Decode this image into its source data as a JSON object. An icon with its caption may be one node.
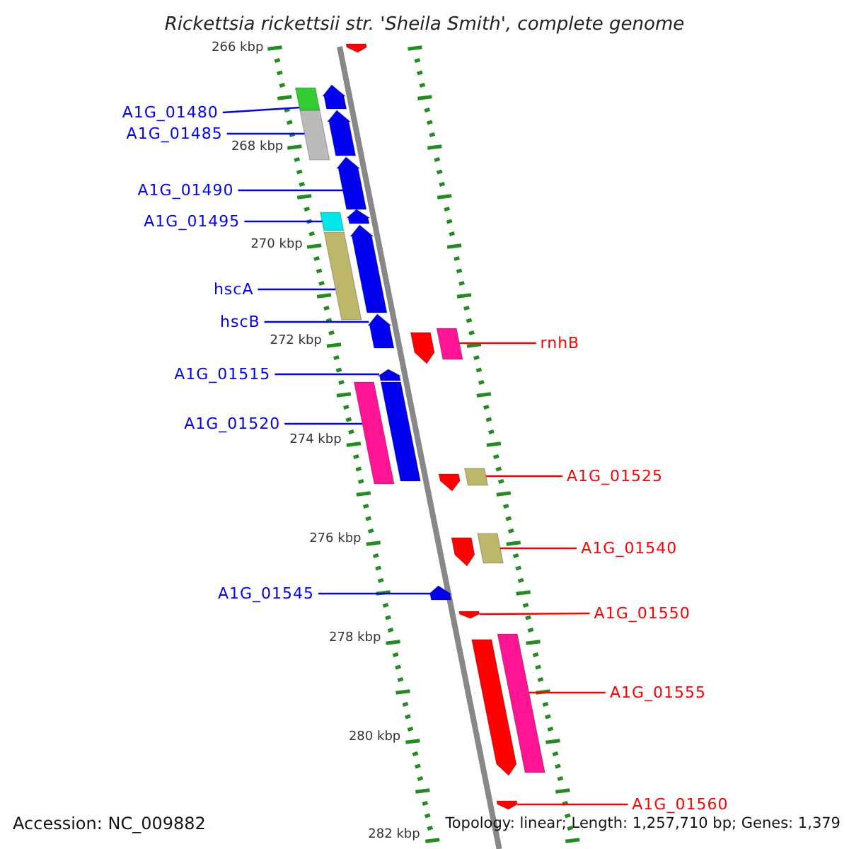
{
  "diagram": {
    "title": "Rickettsia rickettsii str. 'Sheila Smith', complete genome",
    "nodes": [
      {
        "text": [
          "A1G_01480"
        ]
      },
      {
        "text": [
          "A1G_01485"
        ]
      },
      {
        "text": [
          "A1G_01490"
        ]
      },
      {
        "text": [
          "A1G_01495"
        ]
      },
      {
        "text": [
          "hscA"
        ]
      },
      {
        "text": [
          "rnhB"
        ]
      },
      {
        "text": [
          "hscB"
        ]
      },
      {
        "text": [
          "A1G_01515"
        ]
      },
      {
        "text": [
          "A1G_01520"
        ]
      },
      {
        "text": [
          "A1G_01525"
        ]
      },
      {
        "text": [
          "A1G_01540"
        ]
      },
      {
        "text": [
          "A1G_01550"
        ]
      },
      {
        "text": [
          "A1G_01545"
        ]
      },
      {
        "text": [
          "A1G_01555"
        ]
      },
      {
        "text": [
          "A1G_01560"
        ]
      },
      {
        "text": [],
        "shape": "arrow"
      },
      {
        "text": [],
        "shape": "bar"
      },
      {
        "text": [],
        "shape": "arrow"
      },
      {
        "text": [],
        "shape": "bar"
      },
      {
        "text": [],
        "shape": "arrow"
      },
      {
        "text": [],
        "shape": "arrow"
      },
      {
        "text": [],
        "shape": "arrow"
      },
      {
        "text": [],
        "shape": "bar"
      },
      {
        "text": [],
        "shape": "bar"
      },
      {
        "text": [],
        "shape": "arrow"
      },
      {
        "text": [],
        "shape": "arrow"
      },
      {
        "text": [],
        "shape": "arrow"
      },
      {
        "text": [],
        "shape": "bar"
      },
      {
        "text": [],
        "shape": "arrow"
      },
      {
        "text": [],
        "shape": "bar"
      },
      {
        "text": [],
        "shape": "bar"
      },
      {
        "text": [],
        "shape": "arrow"
      },
      {
        "text": [],
        "shape": "bar"
      },
      {
        "text": [],
        "shape": "arrow"
      },
      {
        "text": [],
        "shape": "bar"
      },
      {
        "text": [],
        "shape": "arrow"
      },
      {
        "text": [],
        "shape": "arrow"
      },
      {
        "text": [],
        "shape": "arrow"
      },
      {
        "text": [],
        "shape": "bar"
      },
      {
        "text": [],
        "shape": "arrow"
      }
    ],
    "edges": [
      {
        "from": 0,
        "to": 16,
        "arrow": "none"
      },
      {
        "from": 1,
        "to": 18,
        "arrow": "none"
      },
      {
        "from": 2,
        "to": 20,
        "arrow": "none"
      },
      {
        "from": 3,
        "to": 22,
        "arrow": "none"
      },
      {
        "from": 4,
        "to": 23,
        "arrow": "none"
      },
      {
        "from": 5,
        "to": 27,
        "arrow": "none",
        "color": "#ff0000"
      },
      {
        "from": 6,
        "to": 25,
        "arrow": "none"
      },
      {
        "from": 7,
        "to": 28,
        "arrow": "none"
      },
      {
        "from": 8,
        "to": 29,
        "arrow": "none"
      },
      {
        "from": 9,
        "to": 32,
        "arrow": "none",
        "color": "#ff0000"
      },
      {
        "from": 10,
        "to": 34,
        "arrow": "none",
        "color": "#ff0000"
      },
      {
        "from": 11,
        "to": 36,
        "arrow": "none",
        "color": "#ff0000"
      },
      {
        "from": 12,
        "to": 35,
        "arrow": "none"
      },
      {
        "from": 13,
        "to": 38,
        "arrow": "none",
        "color": "#ff0000"
      },
      {
        "from": 14,
        "to": 39,
        "arrow": "none",
        "color": "#ff0000"
      }
    ],
    "labels": [
      "266 kbp",
      "268 kbp",
      "270 kbp",
      "272 kbp",
      "274 kbp",
      "276 kbp",
      "278 kbp",
      "280 kbp",
      "282 kbp",
      "Accession: NC_009882",
      "Topology: linear; Length: 1,257,710 bp; Genes: 1,379"
    ]
  }
}
